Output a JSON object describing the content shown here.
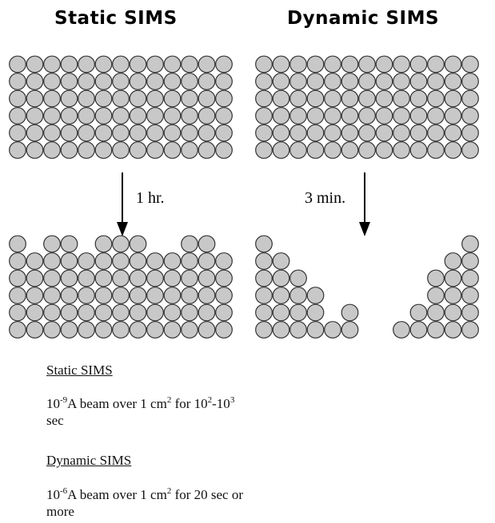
{
  "headings": {
    "static": "Static SIMS",
    "dynamic": "Dynamic SIMS"
  },
  "arrows": {
    "static_label": "1 hr.",
    "dynamic_label": "3 min."
  },
  "notes": {
    "static": {
      "title": "Static SIMS",
      "line1_prefix": "10",
      "line1_exp1": "-9",
      "line1_mid": "A beam over 1 cm",
      "line1_exp2": "2",
      "line1_mid2": " for 10",
      "line1_exp3": "2",
      "line1_mid3": "-10",
      "line1_exp4": "3",
      "line2": "sec"
    },
    "dynamic": {
      "title": "Dynamic SIMS",
      "line1_prefix": "10",
      "line1_exp1": "-6",
      "line1_mid": "A beam over 1 cm",
      "line1_exp2": "2",
      "line1_mid2": " for 20 sec or",
      "line2": "more"
    }
  },
  "lattice": {
    "atom_color": "#c8c8c8",
    "outline_color": "#333333",
    "columns_before": 13,
    "rows_before": 6,
    "static_after_column_heights": [
      6,
      5,
      6,
      6,
      5,
      6,
      6,
      6,
      5,
      5,
      6,
      6,
      5
    ],
    "dynamic_after_column_heights": [
      6,
      5,
      4,
      3,
      1,
      2,
      0,
      0,
      1,
      2,
      4,
      5,
      6
    ]
  }
}
